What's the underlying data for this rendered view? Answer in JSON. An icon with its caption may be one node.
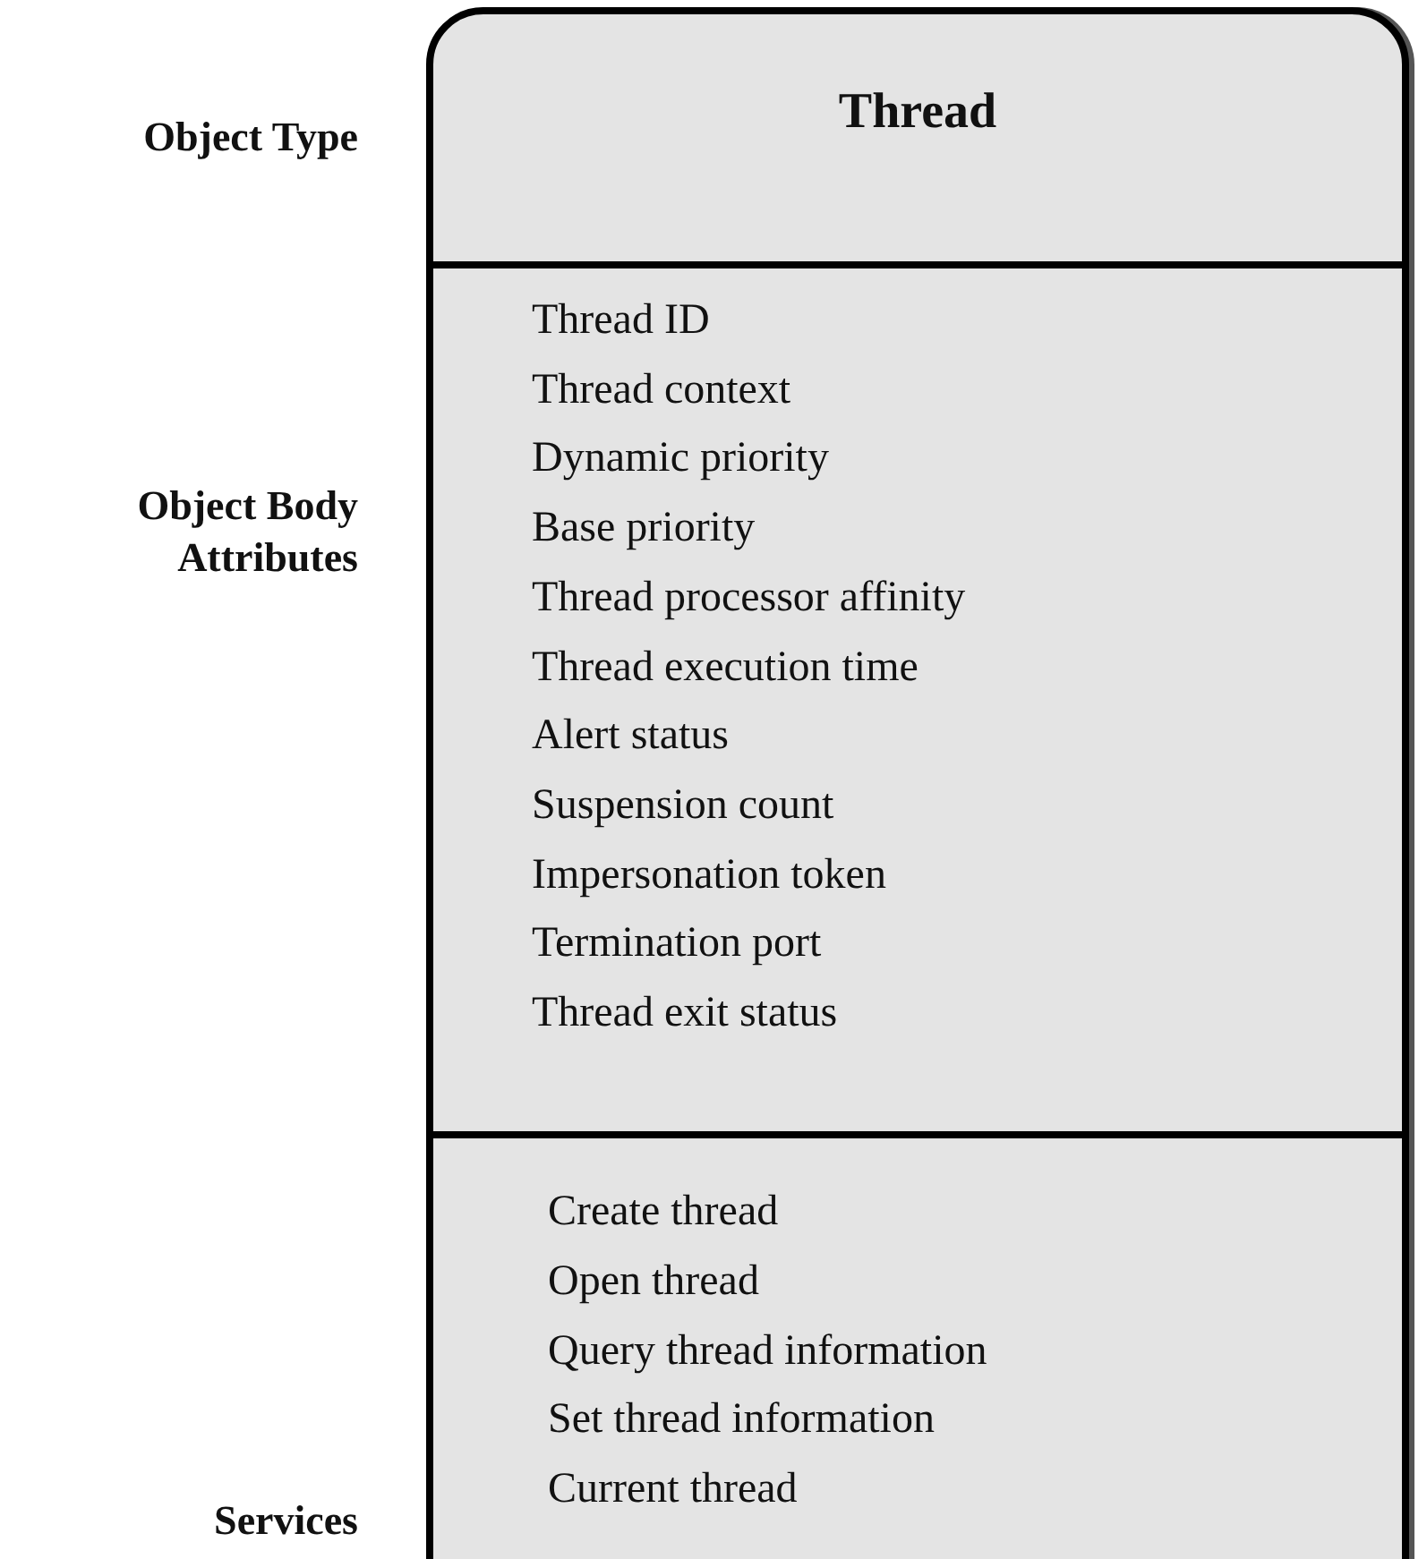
{
  "diagram": {
    "nodes": [
      {
        "text": [
          "Thread"
        ]
      },
      {
        "text": [
          "Thread ID",
          "Thread context",
          "Dynamic priority",
          "Base priority",
          "Thread processor affinity",
          "Thread execution time",
          "Alert status",
          "Suspension count",
          "Impersonation token",
          "Termination port",
          "Thread exit status"
        ]
      },
      {
        "text": [
          "Create thread",
          "Open thread",
          "Query thread information",
          "Set thread information",
          "Current thread"
        ]
      }
    ],
    "labels": [
      "Object Type",
      "Object Body Attributes",
      "Services"
    ]
  }
}
